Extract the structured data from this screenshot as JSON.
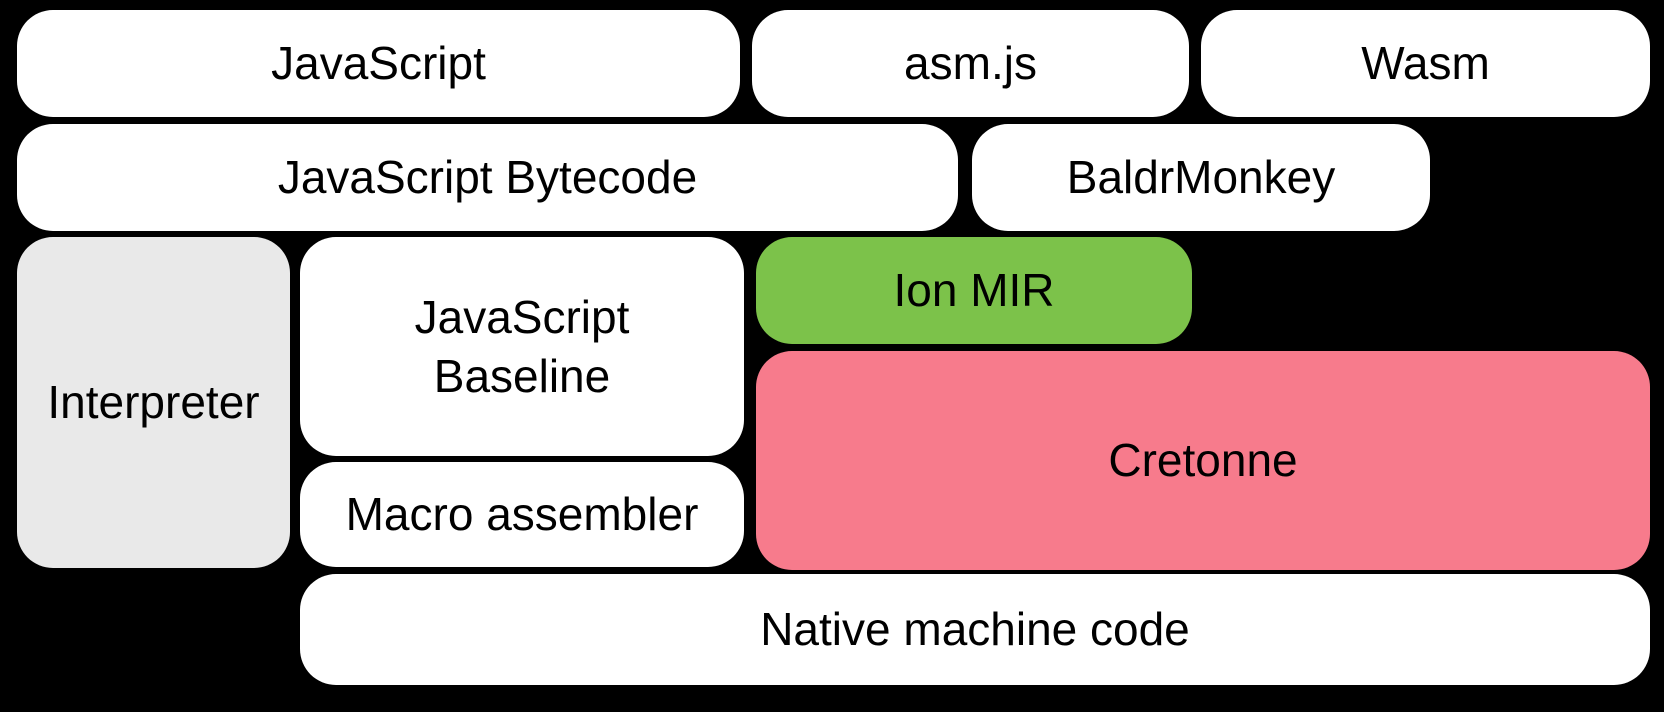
{
  "diagram": {
    "title": "Compiler pipeline diagram",
    "background_color": "#000000",
    "text_color": "#000000",
    "colors": {
      "white": "#FFFFFF",
      "gray": "#E9E9E9",
      "green": "#7CC24A",
      "pink": "#F77B8C"
    },
    "nodes": [
      {
        "id": "javascript",
        "label": "JavaScript",
        "color": "#FFFFFF"
      },
      {
        "id": "asmjs",
        "label": "asm.js",
        "color": "#FFFFFF"
      },
      {
        "id": "wasm",
        "label": "Wasm",
        "color": "#FFFFFF"
      },
      {
        "id": "javascript-bytecode",
        "label": "JavaScript Bytecode",
        "color": "#FFFFFF"
      },
      {
        "id": "baldrmonkey",
        "label": "BaldrMonkey",
        "color": "#FFFFFF"
      },
      {
        "id": "interpreter",
        "label": "Interpreter",
        "color": "#E9E9E9"
      },
      {
        "id": "javascript-baseline",
        "label": "JavaScript\nBaseline",
        "color": "#FFFFFF"
      },
      {
        "id": "ion-mir",
        "label": "Ion MIR",
        "color": "#7CC24A"
      },
      {
        "id": "cretonne",
        "label": "Cretonne",
        "color": "#F77B8C"
      },
      {
        "id": "macro-assembler",
        "label": "Macro assembler",
        "color": "#FFFFFF"
      },
      {
        "id": "native-machine-code",
        "label": "Native machine code",
        "color": "#FFFFFF"
      }
    ]
  }
}
